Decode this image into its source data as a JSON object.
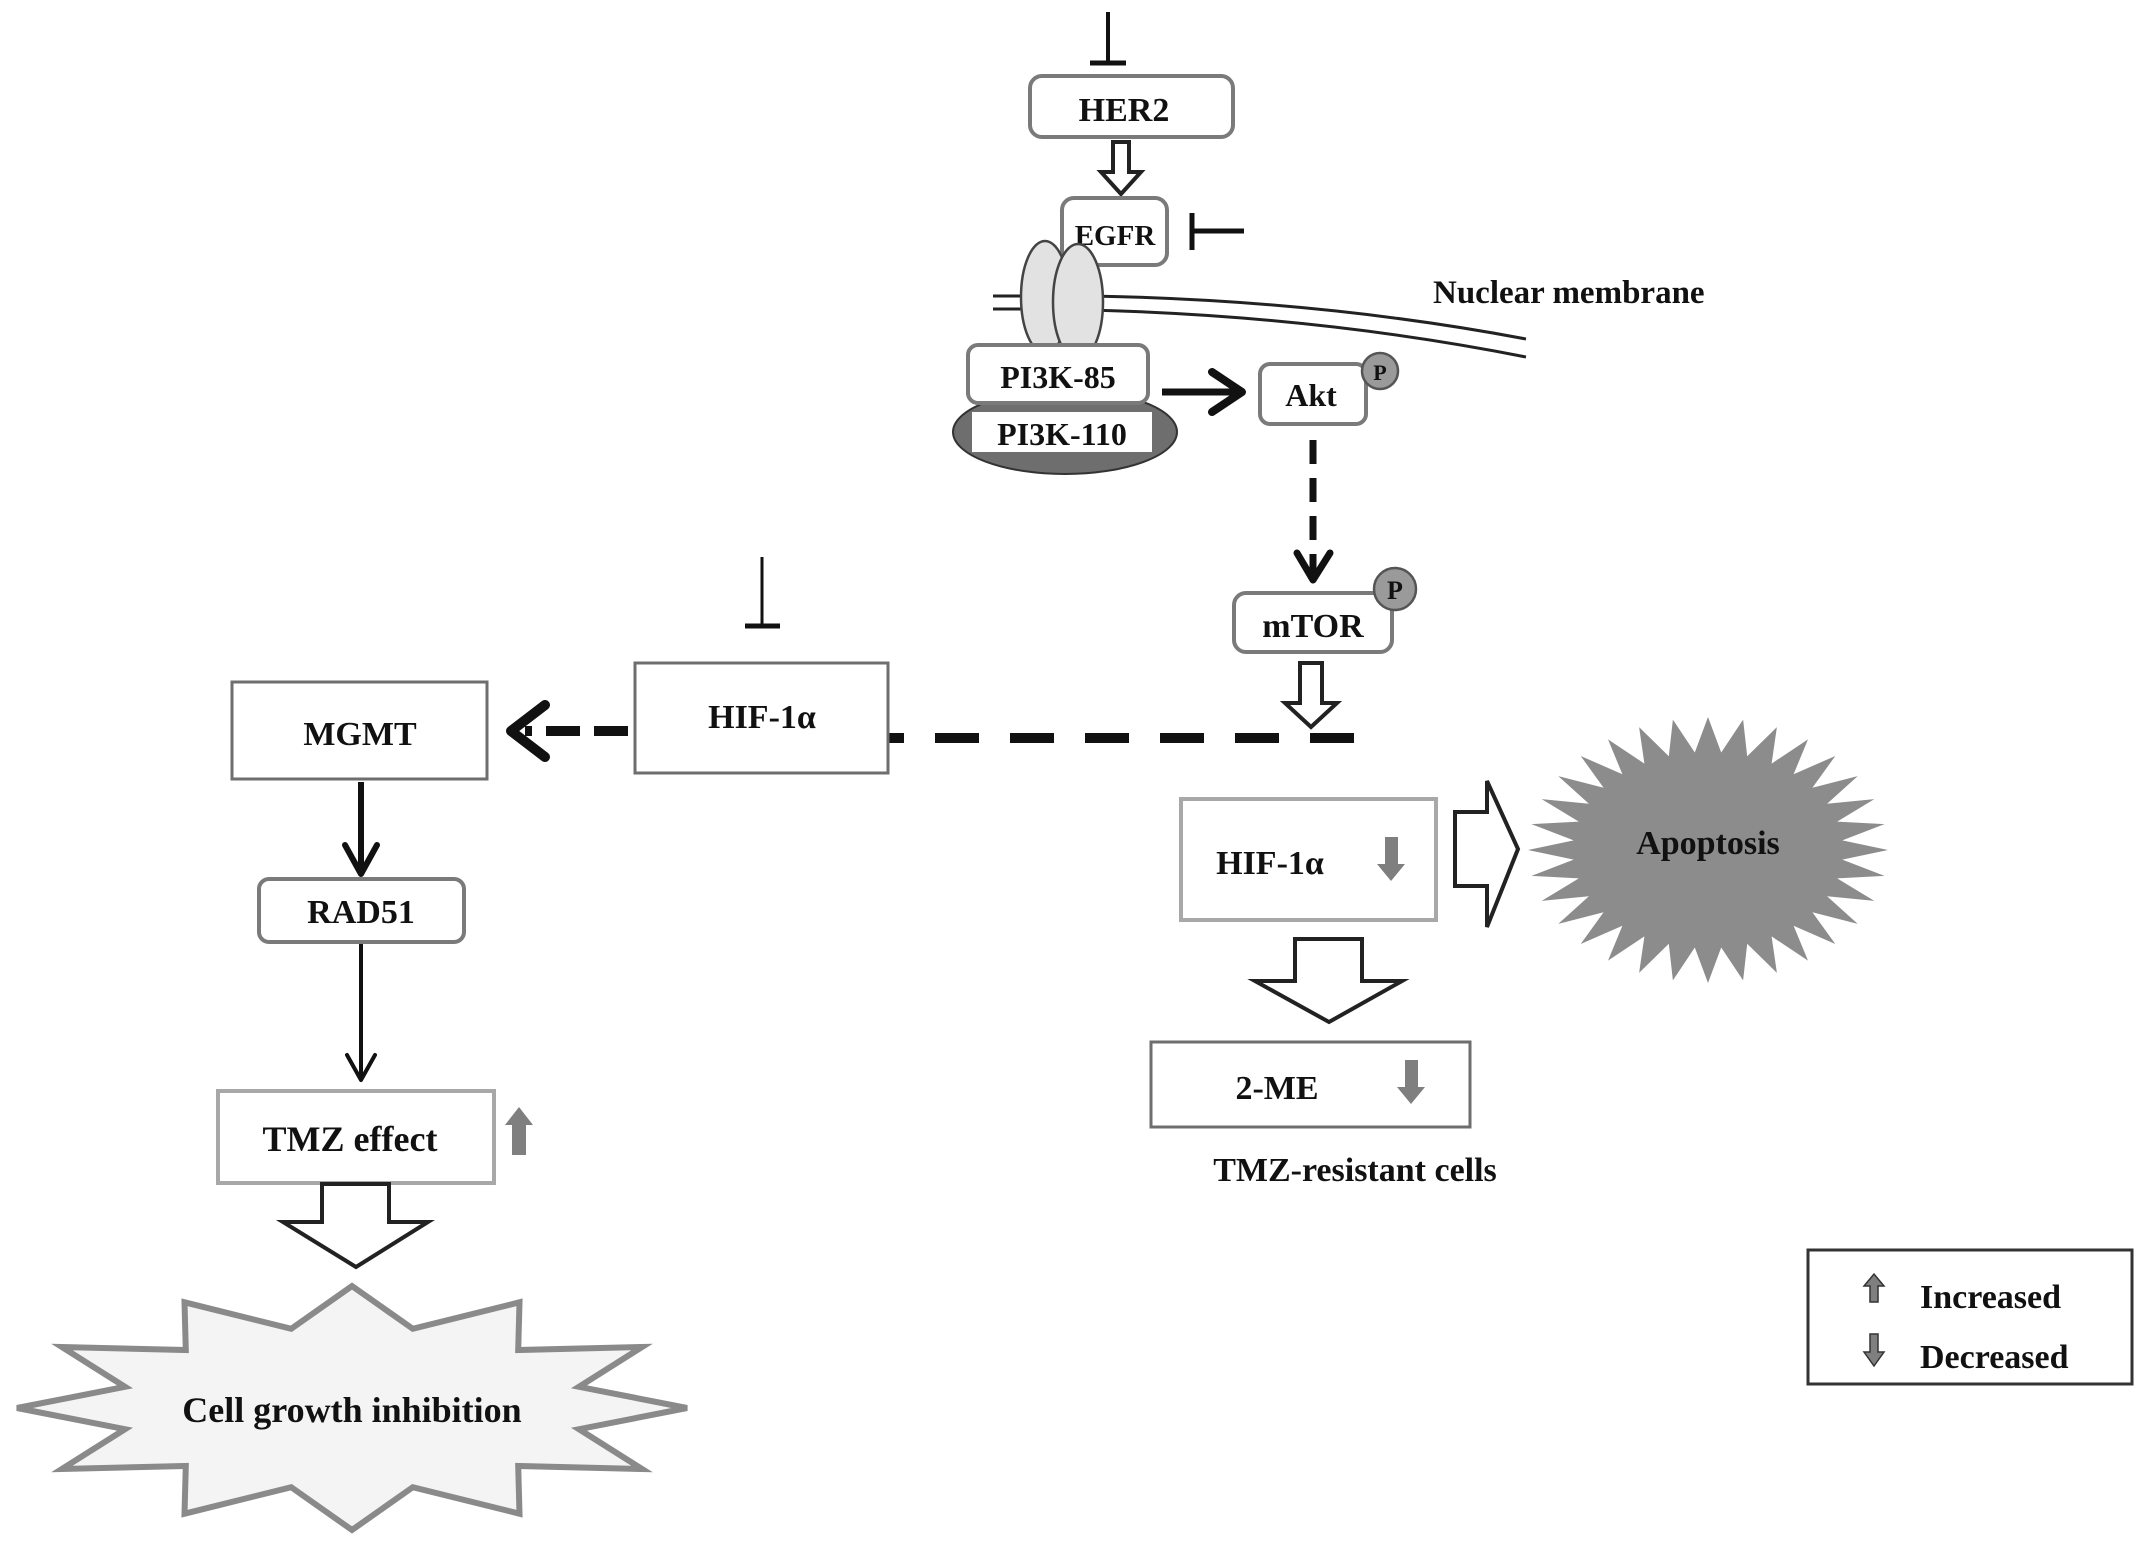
{
  "diagram": {
    "type": "signaling-pathway",
    "nodes": {
      "her2": "HER2",
      "egfr": "EGFR",
      "pi3k85": "PI3K-85",
      "pi3k110": "PI3K-110",
      "akt": "Akt",
      "akt_phospho": "P",
      "mtor": "mTOR",
      "mtor_phospho": "P",
      "hif_left": "HIF-1α",
      "mgmt": "MGMT",
      "rad51": "RAD51",
      "tmz_effect": "TMZ effect",
      "cell_growth": "Cell growth inhibition",
      "hif_right": "HIF-1α",
      "apoptosis": "Apoptosis",
      "two_me": "2-ME"
    },
    "labels": {
      "nuclear_membrane": "Nuclear membrane",
      "tmz_resistant": "TMZ-resistant cells"
    },
    "indicators": {
      "tmz_effect": "increased",
      "hif_right": "decreased",
      "two_me": "decreased"
    },
    "edges": [
      {
        "from": "inhibitor",
        "to": "HER2",
        "type": "inhibition"
      },
      {
        "from": "HER2",
        "to": "EGFR",
        "type": "activation"
      },
      {
        "from": "inhibitor",
        "to": "EGFR",
        "type": "inhibition"
      },
      {
        "from": "PI3K-85",
        "to": "Akt",
        "type": "activation"
      },
      {
        "from": "Akt",
        "to": "mTOR",
        "type": "indirect-activation"
      },
      {
        "from": "mTOR",
        "to": "HIF-1α",
        "type": "activation"
      },
      {
        "from": "inhibitor",
        "to": "HIF-1α",
        "type": "inhibition"
      },
      {
        "from": "HIF-1α",
        "to": "MGMT",
        "type": "indirect-activation"
      },
      {
        "from": "MGMT",
        "to": "RAD51",
        "type": "activation"
      },
      {
        "from": "RAD51",
        "to": "TMZ effect",
        "type": "activation"
      },
      {
        "from": "TMZ effect",
        "to": "Cell growth inhibition",
        "type": "result"
      },
      {
        "from": "HIF-1α",
        "to": "Apoptosis",
        "type": "result"
      },
      {
        "from": "HIF-1α",
        "to": "2-ME",
        "type": "result"
      }
    ]
  },
  "legend": {
    "items": [
      {
        "symbol": "up-arrow",
        "label": "Increased"
      },
      {
        "symbol": "down-arrow",
        "label": "Decreased"
      }
    ]
  },
  "colors": {
    "apoptosis_fill": "#8c8c8c",
    "growth_fill": "#f4f4f4",
    "indicator_arrow": "#7f7f7f",
    "pi3k110_fill": "#6e6e6e"
  }
}
